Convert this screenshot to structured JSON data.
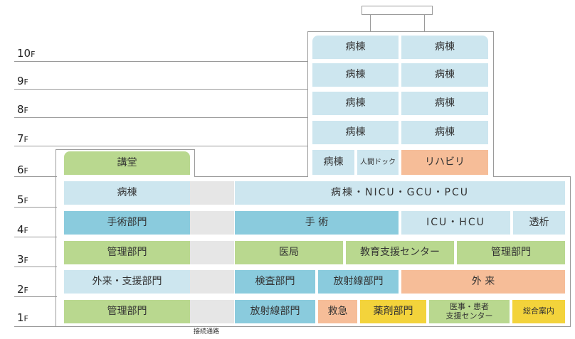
{
  "floors": [
    {
      "num": "10",
      "suffix": "F"
    },
    {
      "num": "9",
      "suffix": "F"
    },
    {
      "num": "8",
      "suffix": "F"
    },
    {
      "num": "7",
      "suffix": "F"
    },
    {
      "num": "6",
      "suffix": "F"
    },
    {
      "num": "5",
      "suffix": "F"
    },
    {
      "num": "4",
      "suffix": "F"
    },
    {
      "num": "3",
      "suffix": "F"
    },
    {
      "num": "2",
      "suffix": "F"
    },
    {
      "num": "1",
      "suffix": "F"
    }
  ],
  "rooms": {
    "f10a": "病棟",
    "f10b": "病棟",
    "f9a": "病棟",
    "f9b": "病棟",
    "f8a": "病棟",
    "f8b": "病棟",
    "f7a": "病棟",
    "f7b": "病棟",
    "f6_hall": "講堂",
    "f6_ward": "病棟",
    "f6_dock": "人間ドック",
    "f6_rehab": "リハビリ",
    "f5_left": "病棟",
    "f5_right": "病棟・NICU・GCU・PCU",
    "f4_left": "手術部門",
    "f4_surgery": "手 術",
    "f4_icu": "ICU・HCU",
    "f4_dialysis": "透析",
    "f3_left": "管理部門",
    "f3_medical": "医局",
    "f3_edu": "教育支援センター",
    "f3_admin": "管理部門",
    "f2_left": "外来・支援部門",
    "f2_exam": "検査部門",
    "f2_radio": "放射線部門",
    "f2_outpatient": "外 来",
    "f1_left": "管理部門",
    "f1_radio": "放射線部門",
    "f1_er": "救急",
    "f1_pharmacy": "薬剤部門",
    "f1_support": "医事・患者\n支援センター",
    "f1_info": "総合案内"
  },
  "connector_label": "接続通路"
}
